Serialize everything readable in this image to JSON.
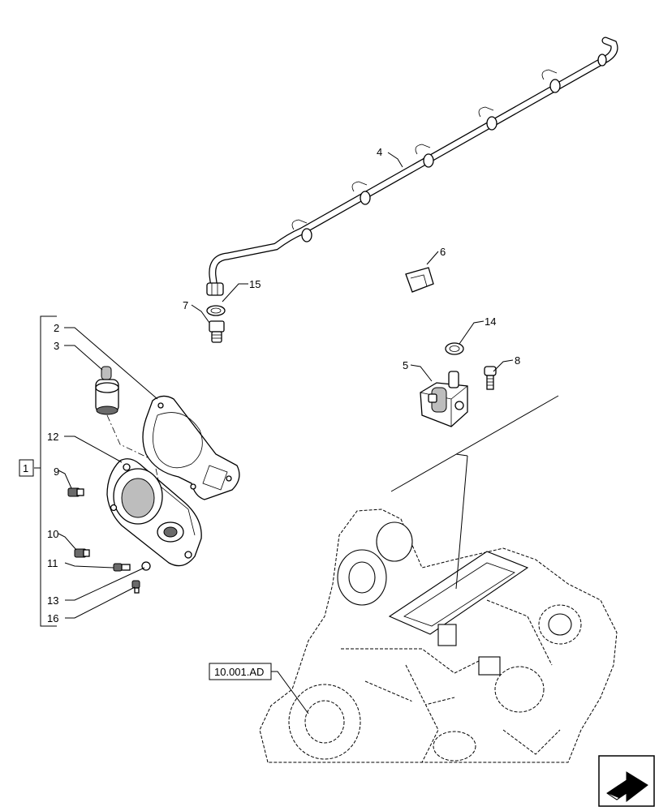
{
  "callouts": {
    "c1": "1",
    "c2": "2",
    "c3": "3",
    "c4": "4",
    "c5": "5",
    "c6": "6",
    "c7": "7",
    "c8": "8",
    "c9": "9",
    "c10": "10",
    "c11": "11",
    "c12": "12",
    "c13": "13",
    "c14": "14",
    "c15": "15",
    "c16": "16"
  },
  "reference": {
    "label": "10.001.AD"
  },
  "icons": {
    "nav": "next-page-arrow-icon"
  }
}
